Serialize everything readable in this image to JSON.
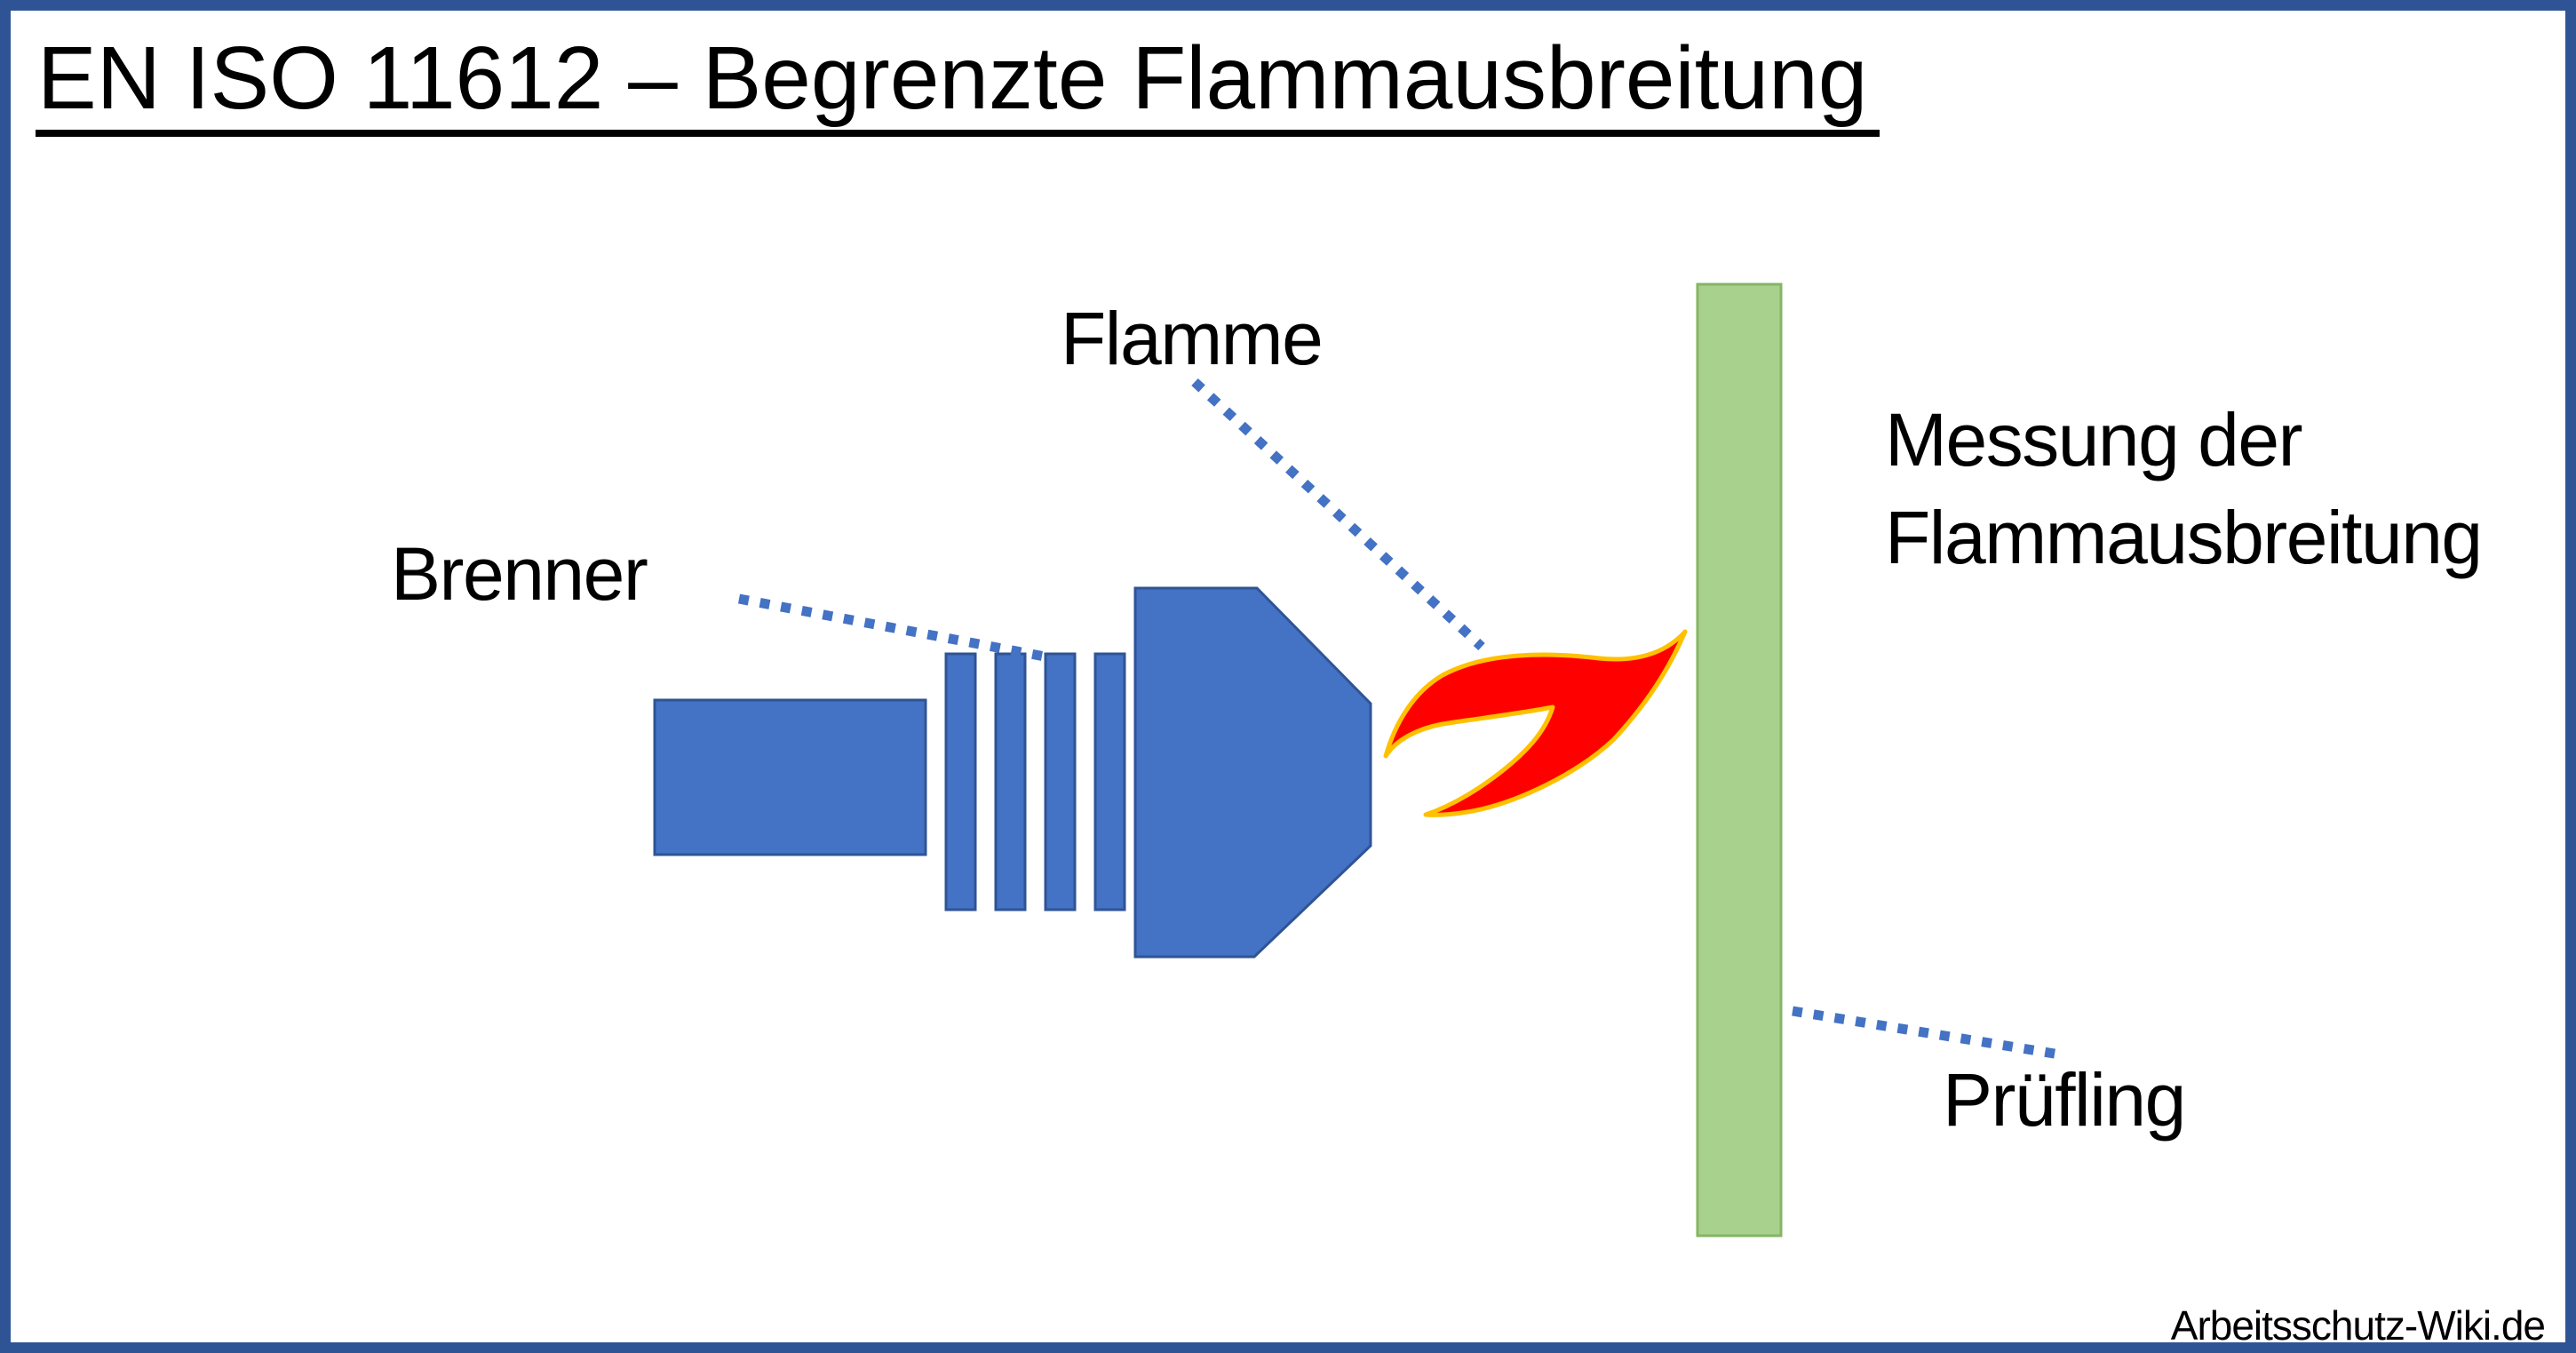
{
  "title": "EN ISO 11612 – Begrenzte Flammausbreitung",
  "labels": {
    "burner": "Brenner",
    "flame": "Flamme",
    "measurement": {
      "lines": [
        "Messung der",
        "Flammausbreitung"
      ]
    },
    "specimen": "Prüfling"
  },
  "watermark": "Arbeitsschutz-Wiki.de",
  "colors": {
    "border": "#2F5496",
    "shape_blue": "#4472C4",
    "shape_blue_stroke": "#2F5496",
    "specimen_green": "#A9D18E",
    "specimen_green_stroke": "#85B565",
    "flame_red": "#FF0000",
    "flame_outline": "#FFC000",
    "leader_dots": "#4472C4",
    "text": "#000000"
  }
}
